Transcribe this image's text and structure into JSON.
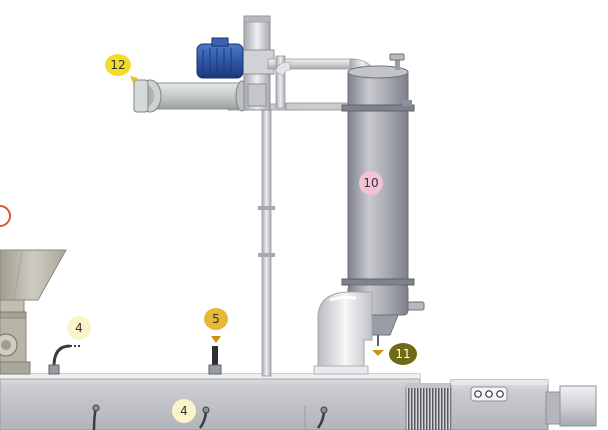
{
  "callouts": [
    {
      "id": "12",
      "label": "12",
      "style": "yellow"
    },
    {
      "id": "10",
      "label": "10",
      "style": "pink"
    },
    {
      "id": "5",
      "label": "5",
      "style": "gold"
    },
    {
      "id": "11",
      "label": "11",
      "style": "olive"
    },
    {
      "id": "4a",
      "label": "4",
      "style": "cream"
    },
    {
      "id": "4b",
      "label": "4",
      "style": "cream"
    }
  ],
  "colors": {
    "column": "#a9abb3",
    "column_dark": "#7f828c",
    "pipe": "#d7d9dd",
    "pipe_edge": "#9a9ca3",
    "motor": "#2f57a8",
    "hopper": "#b9b6aa",
    "tank": "#c4c6cb",
    "callout_yellow": "#f2dc2b",
    "callout_pink": "#f3c2d6",
    "callout_gold": "#e7b836",
    "callout_olive": "#6e6a16",
    "callout_cream": "#fbf3c9"
  }
}
